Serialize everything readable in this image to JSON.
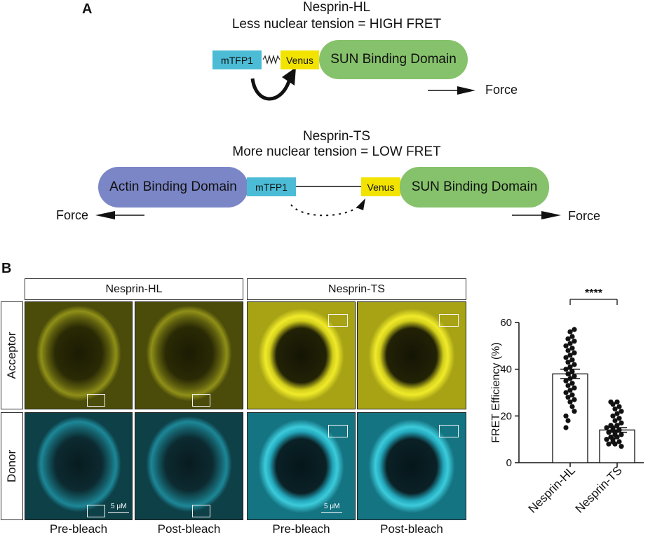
{
  "panel_a": {
    "letter": "A",
    "hl": {
      "title": "Nesprin-HL",
      "subtitle": "Less nuclear tension = HIGH FRET",
      "mtfp1": "mTFP1",
      "venus": "Venus",
      "sun": "SUN Binding Domain",
      "force": "Force"
    },
    "ts": {
      "title": "Nesprin-TS",
      "subtitle": "More nuclear tension = LOW FRET",
      "actin": "Actin Binding Domain",
      "mtfp1": "mTFP1",
      "venus": "Venus",
      "sun": "SUN Binding Domain",
      "force_left": "Force",
      "force_right": "Force"
    },
    "colors": {
      "mtfp1": "#4cbcd6",
      "venus": "#f2e400",
      "sun": "#86c26b",
      "actin": "#7b86c7"
    }
  },
  "panel_b": {
    "letter": "B",
    "group_headers": [
      "Nesprin-HL",
      "Nesprin-TS"
    ],
    "row_labels": [
      "Acceptor",
      "Donor"
    ],
    "column_labels": [
      "Pre-bleach",
      "Post-bleach",
      "Pre-bleach",
      "Post-bleach"
    ],
    "scale_bar_label": "5 μM",
    "colors": {
      "acceptor": "#e8e21c",
      "donor": "#2fc6d8"
    }
  },
  "chart_data": {
    "type": "bar",
    "ylabel": "FRET Efficiency (%)",
    "ylim": [
      0,
      60
    ],
    "yticks": [
      0,
      20,
      40,
      60
    ],
    "categories": [
      "Nesprin-HL",
      "Nesprin-TS"
    ],
    "values": [
      38,
      14
    ],
    "error": [
      2,
      1
    ],
    "significance": "****",
    "points": [
      [
        57,
        56,
        54,
        53,
        52,
        51,
        50,
        49,
        48,
        47,
        46,
        45,
        44,
        43,
        42,
        41,
        40,
        39,
        38,
        37,
        36,
        35,
        34,
        33,
        32,
        31,
        30,
        29,
        28,
        27,
        26,
        24,
        22,
        20,
        18,
        15
      ],
      [
        26,
        26,
        25,
        24,
        23,
        22,
        21,
        20,
        19,
        18,
        17,
        16,
        16,
        15,
        15,
        14,
        14,
        13,
        13,
        12,
        12,
        11,
        11,
        10,
        10,
        9,
        9,
        8,
        8,
        7
      ]
    ]
  }
}
